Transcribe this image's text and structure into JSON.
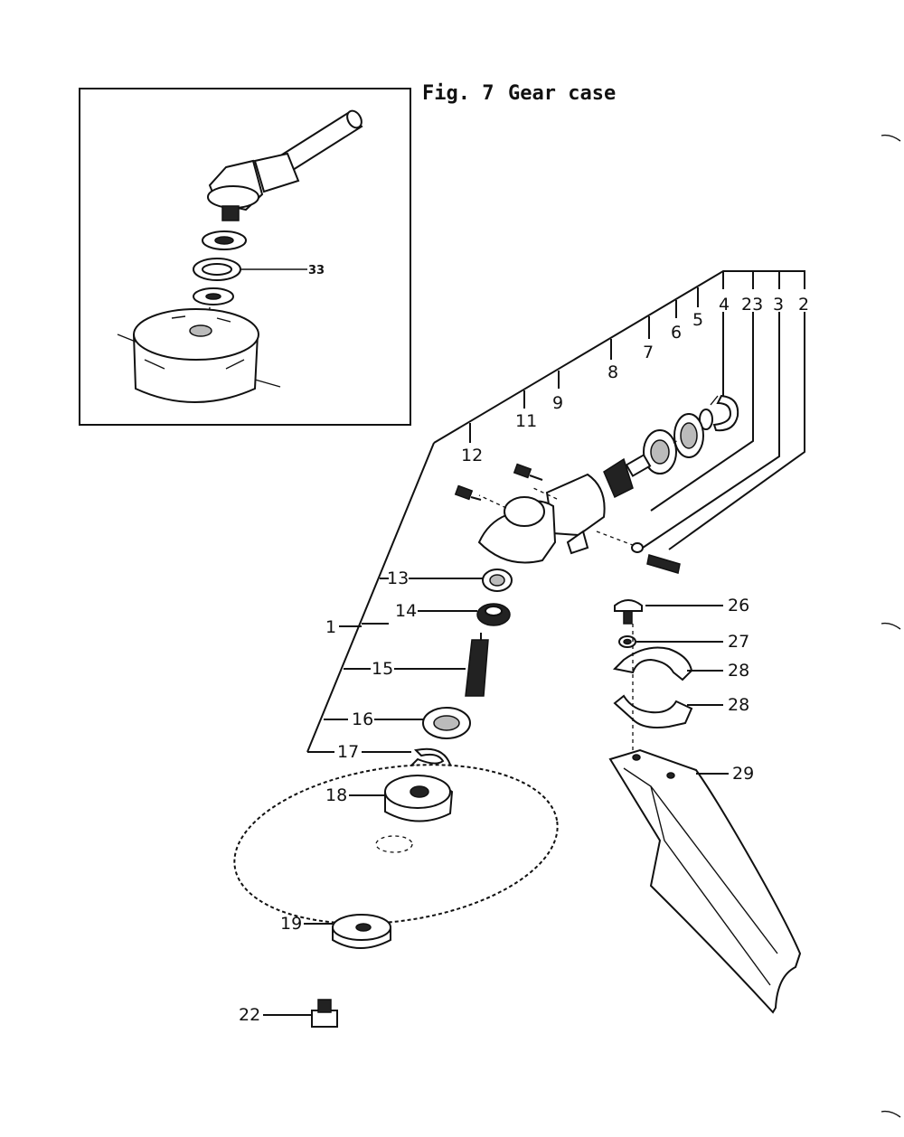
{
  "figure": {
    "number": "Fig. 7",
    "title": "Gear case"
  },
  "inset": {
    "label_33": "33"
  },
  "labels": {
    "l1": "1",
    "l2": "2",
    "l3": "3",
    "l4": "4",
    "l5": "5",
    "l6": "6",
    "l7": "7",
    "l8": "8",
    "l9": "9",
    "l11": "11",
    "l12": "12",
    "l13": "13",
    "l14": "14",
    "l15": "15",
    "l16": "16",
    "l17": "17",
    "l18": "18",
    "l19": "19",
    "l22": "22",
    "l23": "23",
    "l26": "26",
    "l27": "27",
    "l28a": "28",
    "l28b": "28",
    "l29": "29"
  }
}
